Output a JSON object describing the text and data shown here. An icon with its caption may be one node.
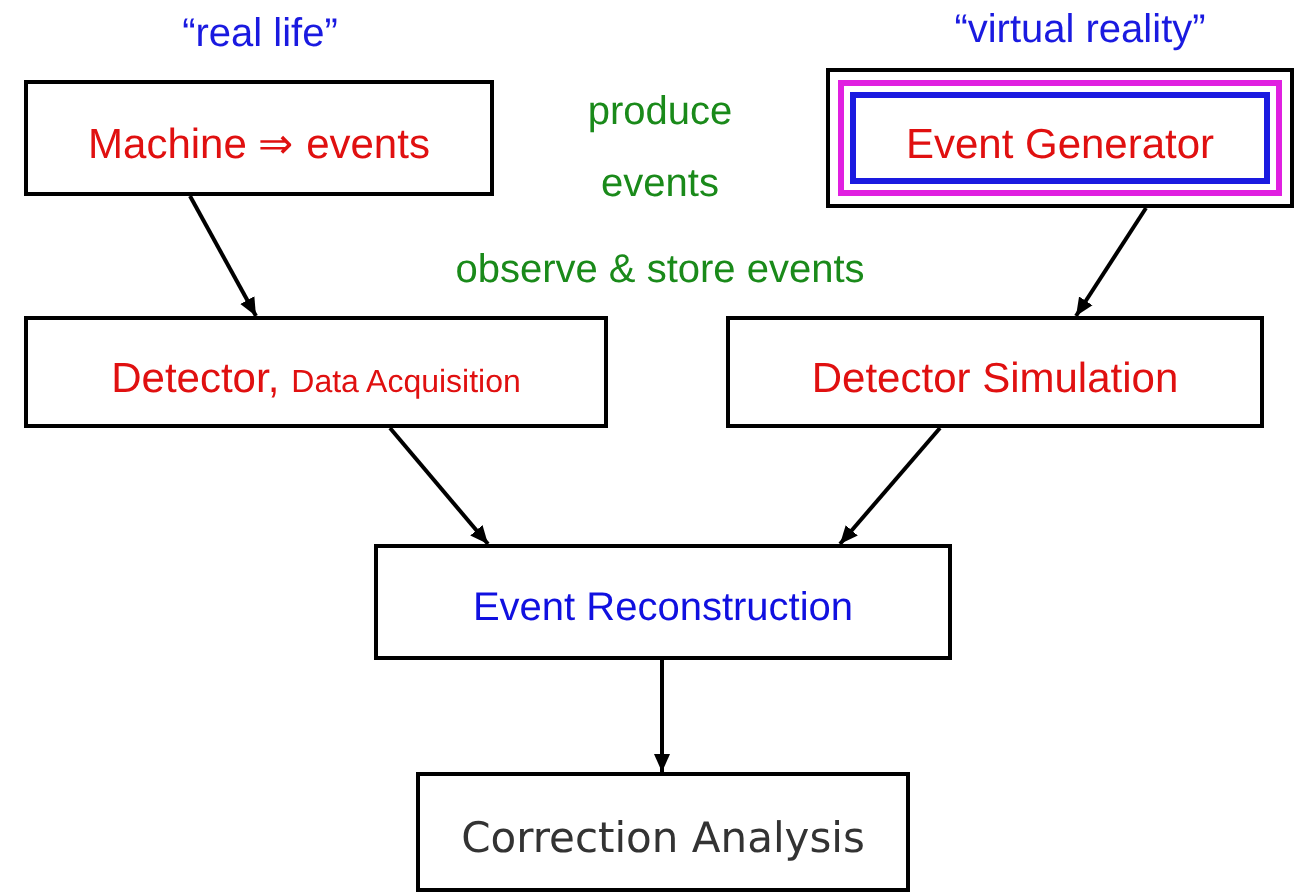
{
  "diagram": {
    "nodes": [
      {
        "text": [
          "Machine ⇒ events"
        ]
      },
      {
        "text": [
          "Event Generator"
        ]
      },
      {
        "text": [
          "Detector,",
          "Data Acquisition"
        ]
      },
      {
        "text": [
          "Detector Simulation"
        ]
      },
      {
        "text": [
          "Event Reconstruction"
        ]
      },
      {
        "text": [
          "Correction Analysis"
        ]
      }
    ],
    "edges": [
      {
        "from": 0,
        "to": 2,
        "arrow": "to"
      },
      {
        "from": 1,
        "to": 3,
        "arrow": "to"
      },
      {
        "from": 2,
        "to": 4,
        "arrow": "to"
      },
      {
        "from": 3,
        "to": 4,
        "arrow": "to"
      },
      {
        "from": 4,
        "to": 5,
        "arrow": "to"
      }
    ],
    "labels": [
      "“real life”",
      "“virtual reality”",
      "produce events",
      "observe & store events"
    ]
  }
}
